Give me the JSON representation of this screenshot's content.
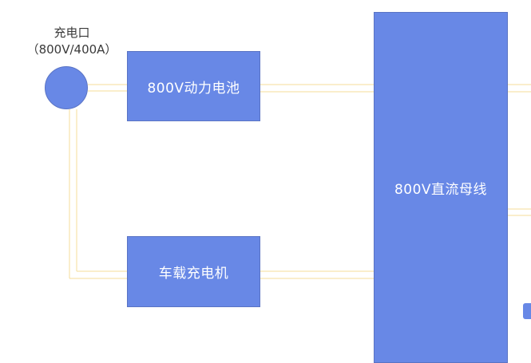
{
  "charging_port": {
    "title": "充电口",
    "rating": "（800V/400A）",
    "color": "#6888e6"
  },
  "blocks": {
    "battery": {
      "label": "800V动力电池"
    },
    "onboard_charger": {
      "label": "车载充电机"
    },
    "dc_bus": {
      "label": "800V直流母线"
    }
  },
  "colors": {
    "block_fill": "#6888e6",
    "block_border": "#5a74c4",
    "block_text": "#ffffff",
    "connector": "#f4dc9a"
  }
}
